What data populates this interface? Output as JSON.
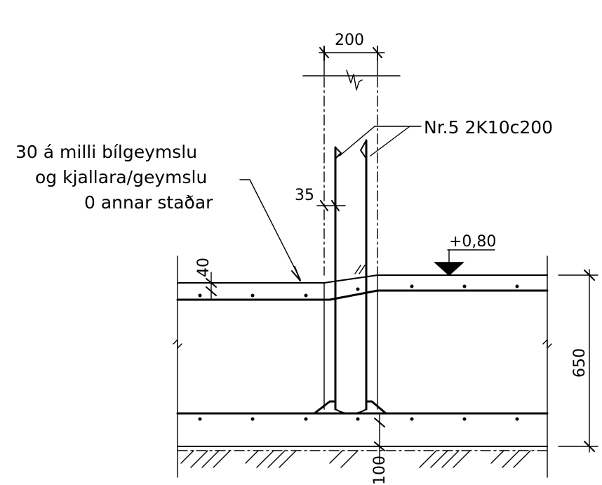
{
  "drawing": {
    "dims": {
      "wall_width": "200",
      "cover": "35",
      "slab_top": "40",
      "slab_thickness": "650",
      "bottom": "100"
    },
    "labels": {
      "rebar": "Nr.5  2K10c200",
      "note_line1": "30 á milli bílgeymslu",
      "note_line2": "og kjallara/geymslu",
      "note_line3": "0 annar staðar"
    },
    "level": "+0,80"
  }
}
